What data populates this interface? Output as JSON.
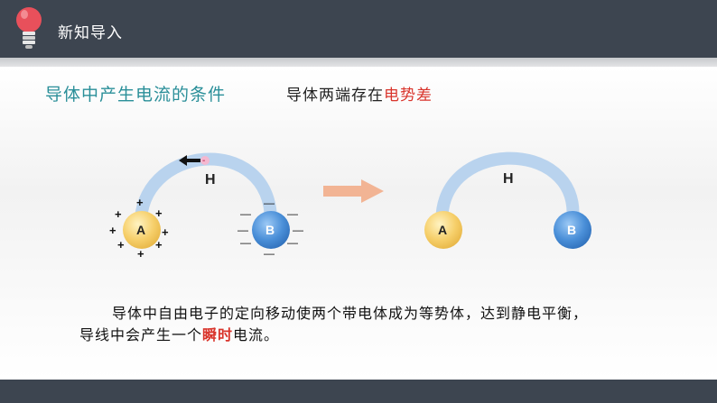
{
  "header": {
    "title": "新知导入",
    "icon": "lightbulb-icon"
  },
  "condition": {
    "title": "导体中产生电流的条件",
    "desc_prefix": "导体两端存在",
    "desc_highlight": "电势差"
  },
  "diagram": {
    "before": {
      "wire_label": "H",
      "sphere_a": "A",
      "sphere_b": "B",
      "electron": "-",
      "plus": "+",
      "minus": "—"
    },
    "after": {
      "wire_label": "H",
      "sphere_a": "A",
      "sphere_b": "B"
    }
  },
  "paragraph": {
    "line1": "导体中自由电子的定向移动使两个带电体成为等势体，达到静电平衡，",
    "line2_prefix": "导线中会产生一个",
    "line2_highlight": "瞬时",
    "line2_suffix": "电流。"
  },
  "colors": {
    "header_bg": "#3d4550",
    "title_teal": "#2a8f99",
    "highlight_red": "#d9342b",
    "wire_blue": "#b9d3ee",
    "sphere_a": "#f6cf6a",
    "sphere_b": "#4a8fd8"
  }
}
